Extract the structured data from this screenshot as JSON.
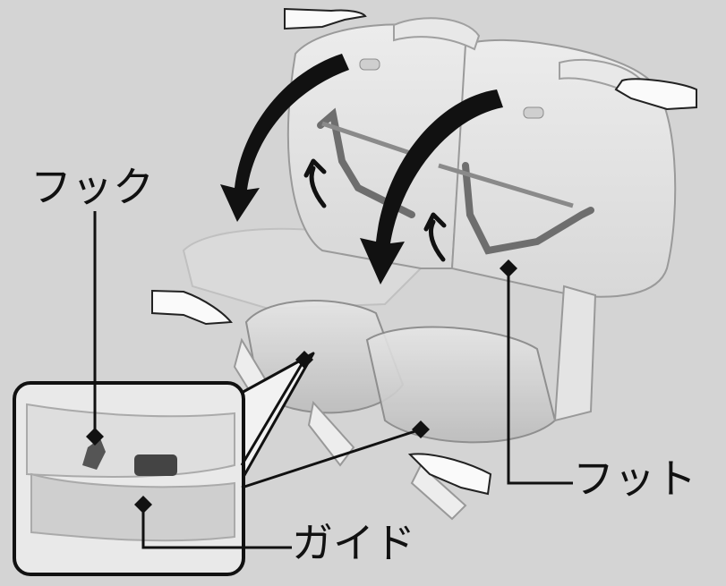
{
  "labels": {
    "hook": "フック",
    "foot": "フット",
    "guide": "ガイド"
  },
  "colors": {
    "background": "#d4d4d4",
    "seat_fill": "#e3e3e3",
    "seat_edge": "#9a9a9a",
    "leader_line": "#111111",
    "arrow": "#111111"
  },
  "icons": [
    "rotate-arrow-icon",
    "small-lift-arrow-icon",
    "hand-icon",
    "diamond-marker-icon"
  ]
}
